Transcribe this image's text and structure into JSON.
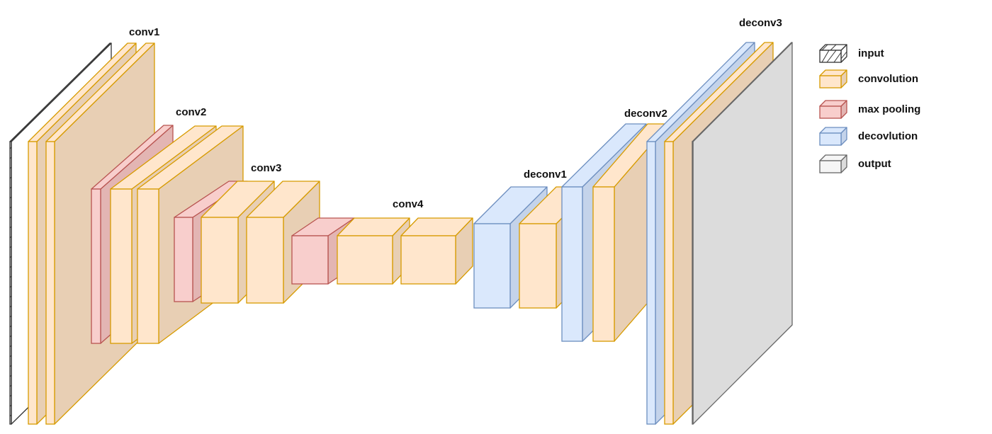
{
  "diagram": {
    "labels": {
      "conv1": "conv1",
      "conv2": "conv2",
      "conv3": "conv3",
      "conv4": "conv4",
      "deconv1": "deconv1",
      "deconv2": "deconv2",
      "deconv3": "deconv3"
    },
    "layers": [
      {
        "id": "input",
        "type": "input"
      },
      {
        "id": "conv1-a",
        "type": "convolution"
      },
      {
        "id": "conv1-b",
        "type": "convolution"
      },
      {
        "id": "pool1",
        "type": "max_pooling"
      },
      {
        "id": "conv2-a",
        "type": "convolution"
      },
      {
        "id": "conv2-b",
        "type": "convolution"
      },
      {
        "id": "pool2",
        "type": "max_pooling"
      },
      {
        "id": "conv3-a",
        "type": "convolution"
      },
      {
        "id": "conv3-b",
        "type": "convolution"
      },
      {
        "id": "pool3",
        "type": "max_pooling"
      },
      {
        "id": "conv4-a",
        "type": "convolution"
      },
      {
        "id": "conv4-b",
        "type": "convolution"
      },
      {
        "id": "deconv1-up",
        "type": "deconvolution"
      },
      {
        "id": "deconv1-c",
        "type": "convolution"
      },
      {
        "id": "deconv2-up",
        "type": "deconvolution"
      },
      {
        "id": "deconv2-c",
        "type": "convolution"
      },
      {
        "id": "deconv3-up",
        "type": "deconvolution"
      },
      {
        "id": "deconv3-c",
        "type": "convolution"
      },
      {
        "id": "output",
        "type": "output"
      }
    ]
  },
  "legend": {
    "items": [
      {
        "key": "input",
        "label": "input"
      },
      {
        "key": "convolution",
        "label": "convolution"
      },
      {
        "key": "max_pooling",
        "label": "max pooling"
      },
      {
        "key": "deconvolution",
        "label": "decovlution"
      },
      {
        "key": "output",
        "label": "output"
      }
    ]
  },
  "colors": {
    "convolution": {
      "front": "#ffe6cc",
      "side": "#e8cfb4",
      "stroke": "#d79b00"
    },
    "max_pooling": {
      "front": "#f8cecc",
      "side": "#e3b5b3",
      "stroke": "#b85450"
    },
    "deconvolution": {
      "front": "#dae8fc",
      "side": "#c4d3ea",
      "stroke": "#6c8ebf"
    },
    "output": {
      "front": "#f5f5f5",
      "side": "#dcdcdc",
      "stroke": "#666666"
    },
    "input": {
      "front": "#ffffff",
      "side": "#ffffff",
      "stroke": "#333333"
    }
  }
}
